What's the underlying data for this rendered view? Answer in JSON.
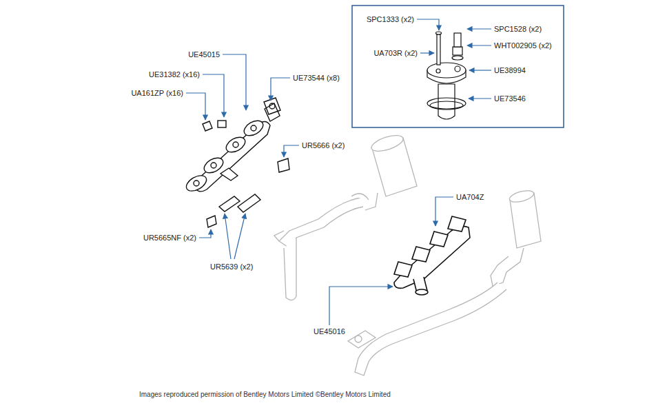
{
  "diagram": {
    "labels": [
      "SPC1333 (x2)",
      "SPC1528 (x2)",
      "UE45015",
      "WHT002905 (x2)",
      "UA703R (x2)",
      "UE31382 (x16)",
      "UE38994",
      "UA161ZP (x16)",
      "UE73544 (x8)",
      "UE73546",
      "UR5666 (x2)",
      "UA704Z",
      "UR5665NF (x2)",
      "UR5639 (x2)",
      "UE45016",
      "Images reproduced permission of Bentley Motors Limited ©Bentley Motors Limited"
    ]
  }
}
